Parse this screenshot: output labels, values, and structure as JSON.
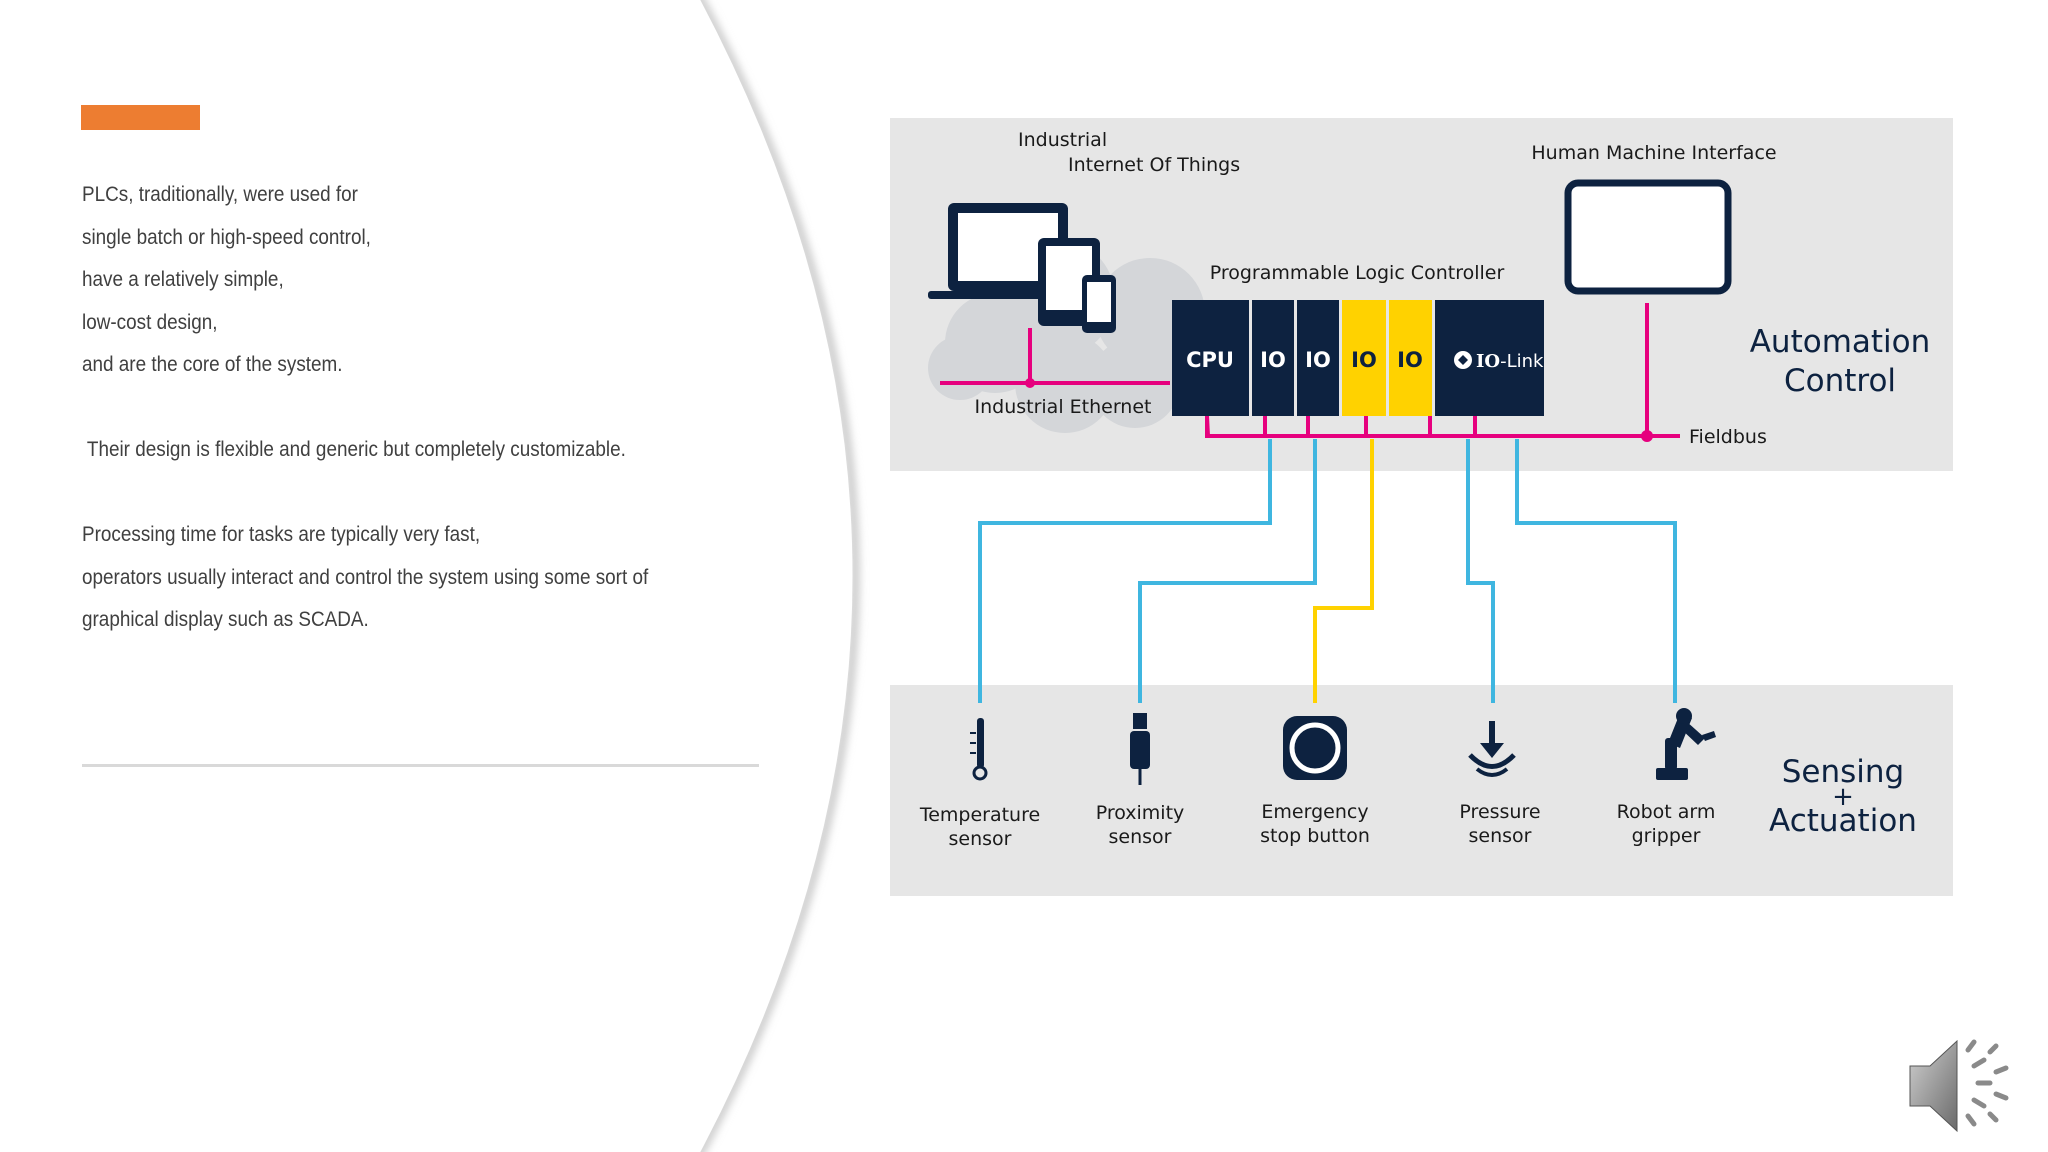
{
  "colors": {
    "accent": "#ed7d31",
    "navy": "#0d2240",
    "yellow": "#ffd200",
    "magenta": "#e6007e",
    "cyan": "#3fb6e0",
    "panel": "#e6e6e6"
  },
  "text_lines": [
    "PLCs, traditionally, were used for",
    "single batch or high-speed control,",
    "have a relatively simple,",
    "low-cost design,",
    "and are the core of the system.",
    "",
    " Their design is flexible and generic but completely customizable.",
    "",
    "Processing time for tasks are typically very fast,",
    "operators usually interact and control the system using some sort of",
    "graphical display such as SCADA."
  ],
  "diagram": {
    "iiot": {
      "line1": "Industrial",
      "line2": "Internet Of Things",
      "icon": "devices-icon"
    },
    "hmi": {
      "label": "Human Machine Interface",
      "icon": "monitor-icon"
    },
    "plc": {
      "label": "Programmable Logic Controller",
      "modules": [
        "CPU",
        "IO",
        "IO",
        "IO",
        "IO",
        "IO-Link"
      ],
      "iolink_prefix": "IO",
      "iolink_suffix": "-Link"
    },
    "ethernet": "Industrial Ethernet",
    "fieldbus": "Fieldbus",
    "automation": {
      "line1": "Automation",
      "line2": "Control"
    },
    "sensing": {
      "line1": "Sensing",
      "plus": "+",
      "line2": "Actuation"
    },
    "devices": [
      {
        "line1": "Temperature",
        "line2": "sensor",
        "icon": "thermometer-icon"
      },
      {
        "line1": "Proximity",
        "line2": "sensor",
        "icon": "proximity-sensor-icon"
      },
      {
        "line1": "Emergency",
        "line2": "stop button",
        "icon": "emergency-stop-icon"
      },
      {
        "line1": "Pressure",
        "line2": "sensor",
        "icon": "pressure-icon"
      },
      {
        "line1": "Robot arm",
        "line2": "gripper",
        "icon": "robot-arm-icon"
      }
    ]
  },
  "controls": {
    "audio_icon": "speaker-icon"
  }
}
